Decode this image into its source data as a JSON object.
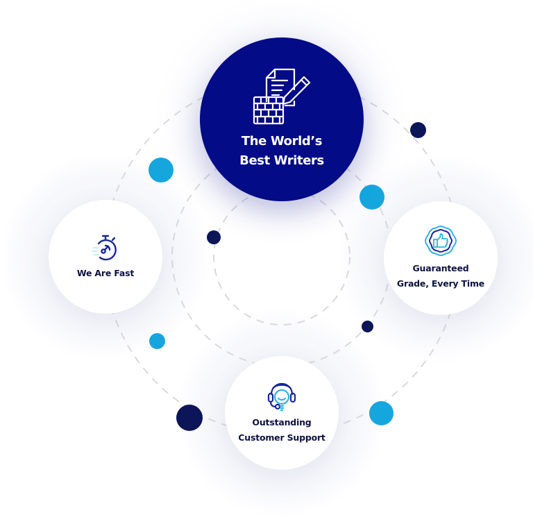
{
  "colors": {
    "primary_navy": "#030b86",
    "dot_light_blue": "#16a6de",
    "dot_dark_navy": "#0c1557",
    "card_text": "#0d1240",
    "ring_dash": "#d9d9de",
    "icon_dark_blue": "#1b2597",
    "icon_light_blue": "#2bb3e8"
  },
  "main_feature": {
    "icon": "document-pencil-brick-wall-icon",
    "title_line1": "The World’s",
    "title_line2": "Best Writers"
  },
  "features": [
    {
      "id": "fast",
      "icon": "stopwatch-icon",
      "line1": "We Are Fast",
      "line2": ""
    },
    {
      "id": "grade",
      "icon": "thumbs-up-badge-icon",
      "line1": "Guaranteed",
      "line2": "Grade, Every Time"
    },
    {
      "id": "support",
      "icon": "headset-support-icon",
      "line1": "Outstanding",
      "line2": "Customer Support"
    }
  ],
  "dots": [
    {
      "tone": "light"
    },
    {
      "tone": "dark"
    },
    {
      "tone": "light"
    },
    {
      "tone": "dark"
    },
    {
      "tone": "light"
    },
    {
      "tone": "dark"
    },
    {
      "tone": "light"
    },
    {
      "tone": "dark"
    }
  ]
}
